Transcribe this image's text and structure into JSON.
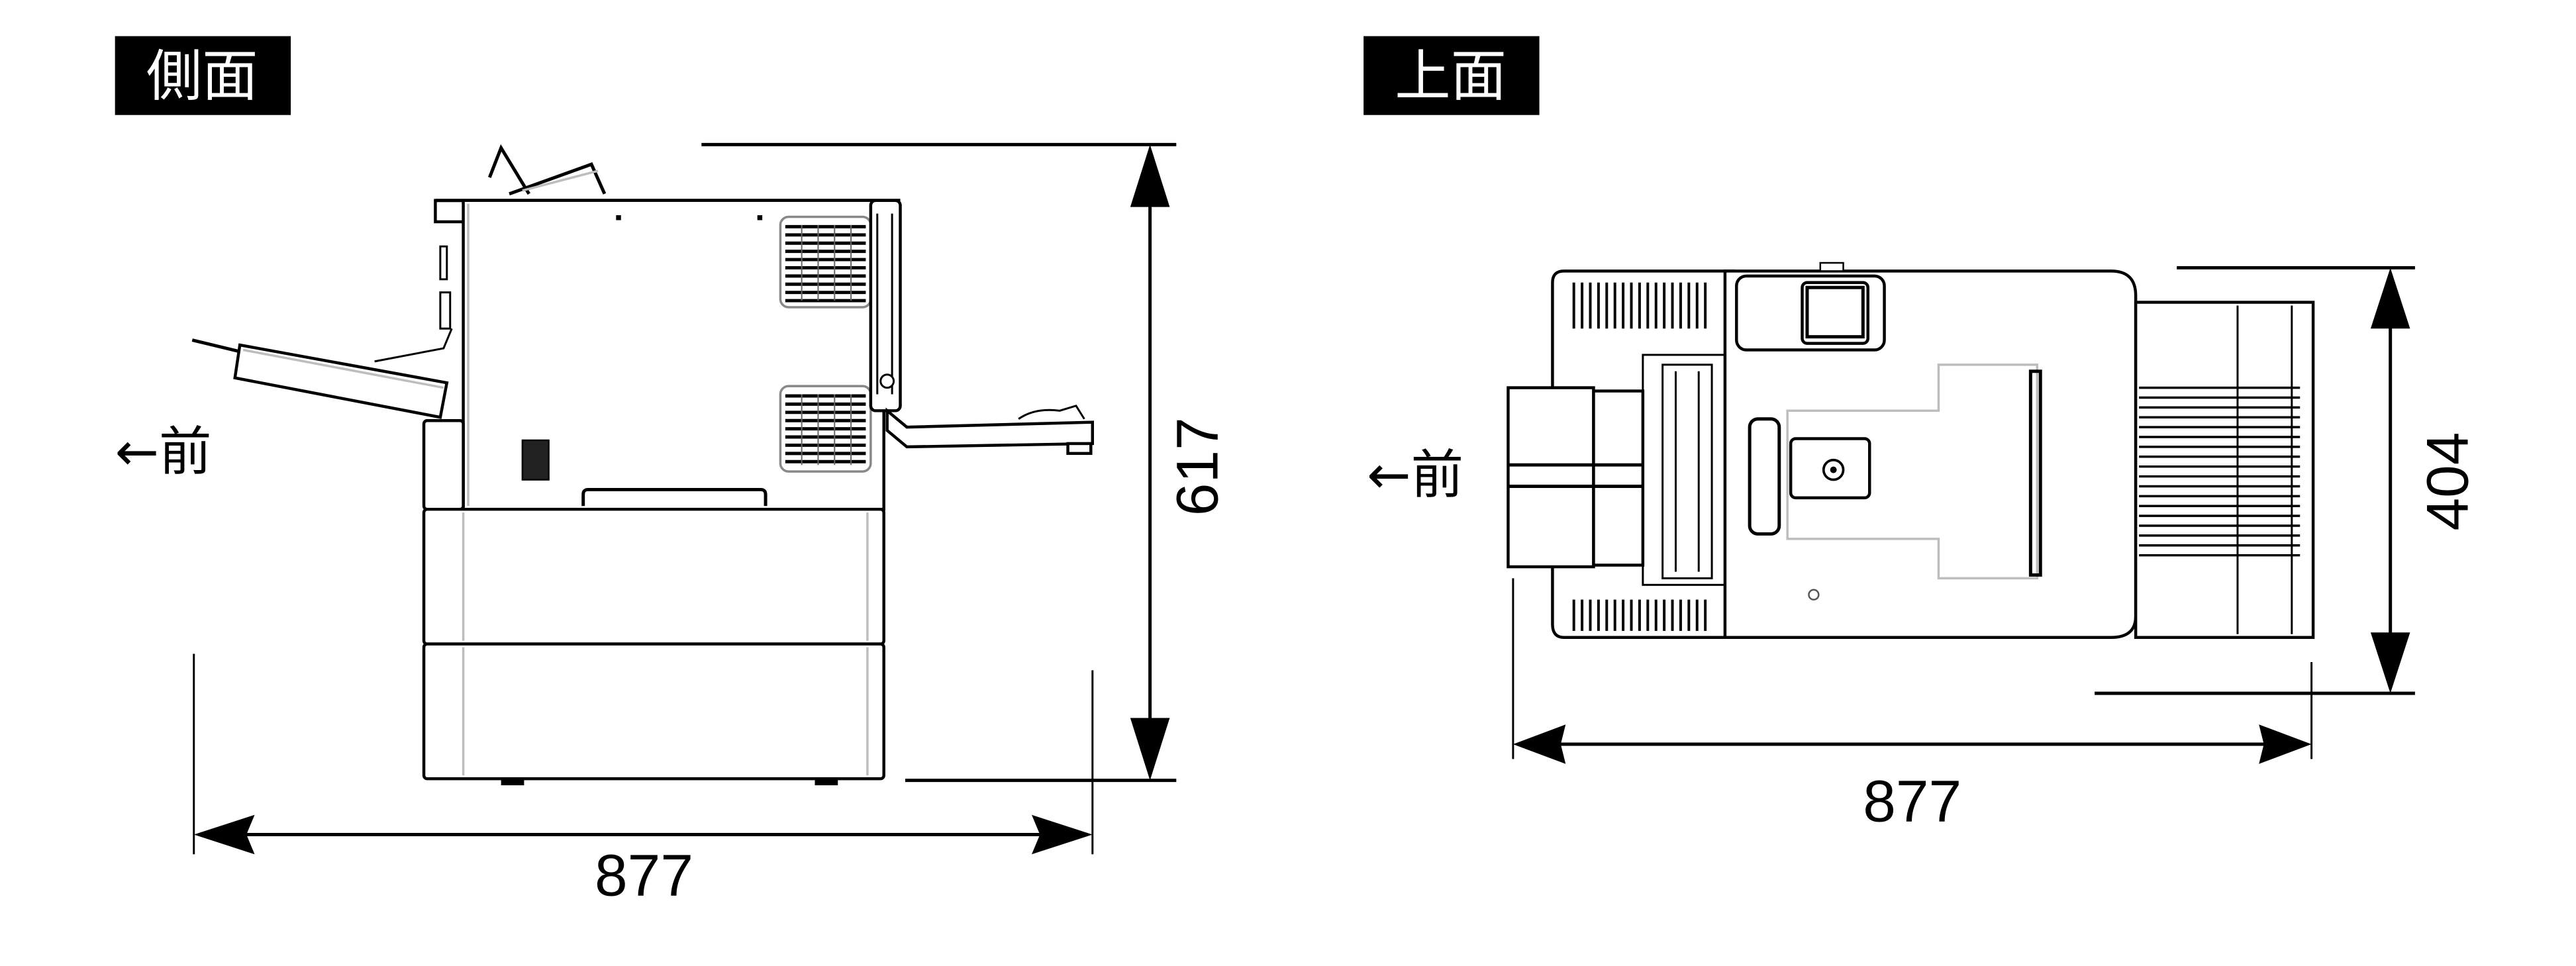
{
  "views": {
    "side": {
      "title": "側面",
      "front_indicator": "←前",
      "dimensions": {
        "height": "617",
        "width": "877"
      }
    },
    "top": {
      "title": "上面",
      "front_indicator": "←前",
      "dimensions": {
        "depth": "404",
        "width": "877"
      }
    }
  },
  "colors": {
    "label_background": "#000000",
    "label_text": "#ffffff",
    "line": "#000000",
    "secondary_line": "#bdbdbd"
  }
}
